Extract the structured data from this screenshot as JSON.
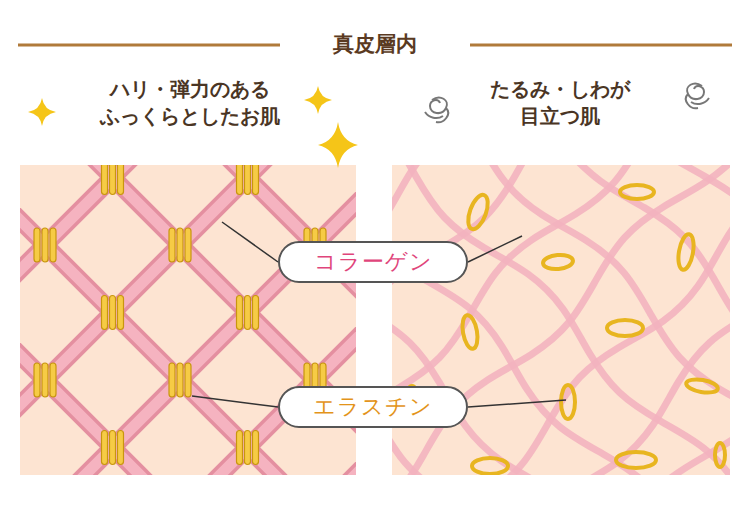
{
  "diagram": {
    "title": "真皮層内",
    "nodes": [
      {
        "text": [
          "コラーゲン"
        ]
      },
      {
        "text": [
          "エラスチン"
        ]
      }
    ],
    "labels": [
      "ハリ・弾力のある ふっくらとしたお肌",
      "たるみ・しわが 目立つ肌"
    ]
  }
}
